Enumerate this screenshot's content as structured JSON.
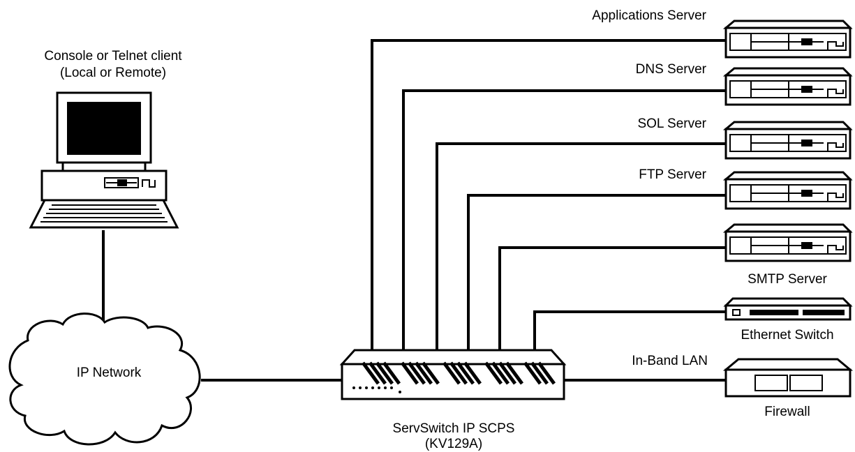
{
  "client": {
    "label_line1": "Console or Telnet client",
    "label_line2": "(Local or Remote)"
  },
  "network": {
    "label": "IP Network"
  },
  "switch": {
    "label_line1": "ServSwitch IP SCPS",
    "label_line2": "(KV129A)"
  },
  "servers": [
    {
      "label": "Applications Server"
    },
    {
      "label": "DNS Server"
    },
    {
      "label": "SOL Server"
    },
    {
      "label": "FTP Server"
    },
    {
      "label": "SMTP Server"
    }
  ],
  "ethernet_switch": {
    "label": "Ethernet Switch"
  },
  "in_band_lan": {
    "label": "In-Band LAN"
  },
  "firewall": {
    "label": "Firewall"
  },
  "colors": {
    "stroke": "#000000",
    "background": "#ffffff"
  }
}
